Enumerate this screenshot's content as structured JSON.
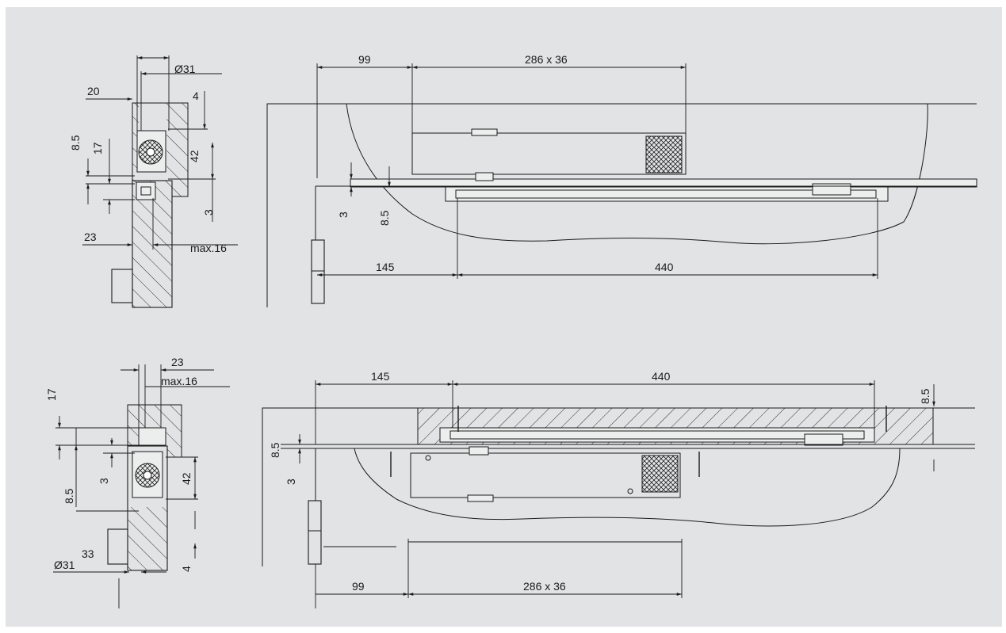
{
  "diagram": {
    "top_section": {
      "side_view": {
        "labels": {
          "d_dia": "Ø31",
          "d_20": "20",
          "d_4": "4",
          "d_8_5": "8.5",
          "d_17": "17",
          "d_42": "42",
          "d_3": "3",
          "d_23": "23",
          "d_max16": "max.16"
        }
      },
      "plan_view": {
        "labels": {
          "d_99": "99",
          "d_cutout": "286 x 36",
          "d_3": "3",
          "d_8_5": "8.5",
          "d_145": "145",
          "d_440": "440"
        }
      }
    },
    "bottom_section": {
      "side_view": {
        "labels": {
          "d_23": "23",
          "d_max16": "max.16",
          "d_17": "17",
          "d_8_5": "8.5",
          "d_3": "3",
          "d_42": "42",
          "d_33": "33",
          "d_dia": "Ø31",
          "d_4": "4"
        }
      },
      "plan_view": {
        "labels": {
          "d_145": "145",
          "d_440": "440",
          "d_8_5_right": "8.5",
          "d_8_5": "8.5",
          "d_3": "3",
          "d_99": "99",
          "d_cutout": "286 x 36"
        }
      }
    }
  }
}
